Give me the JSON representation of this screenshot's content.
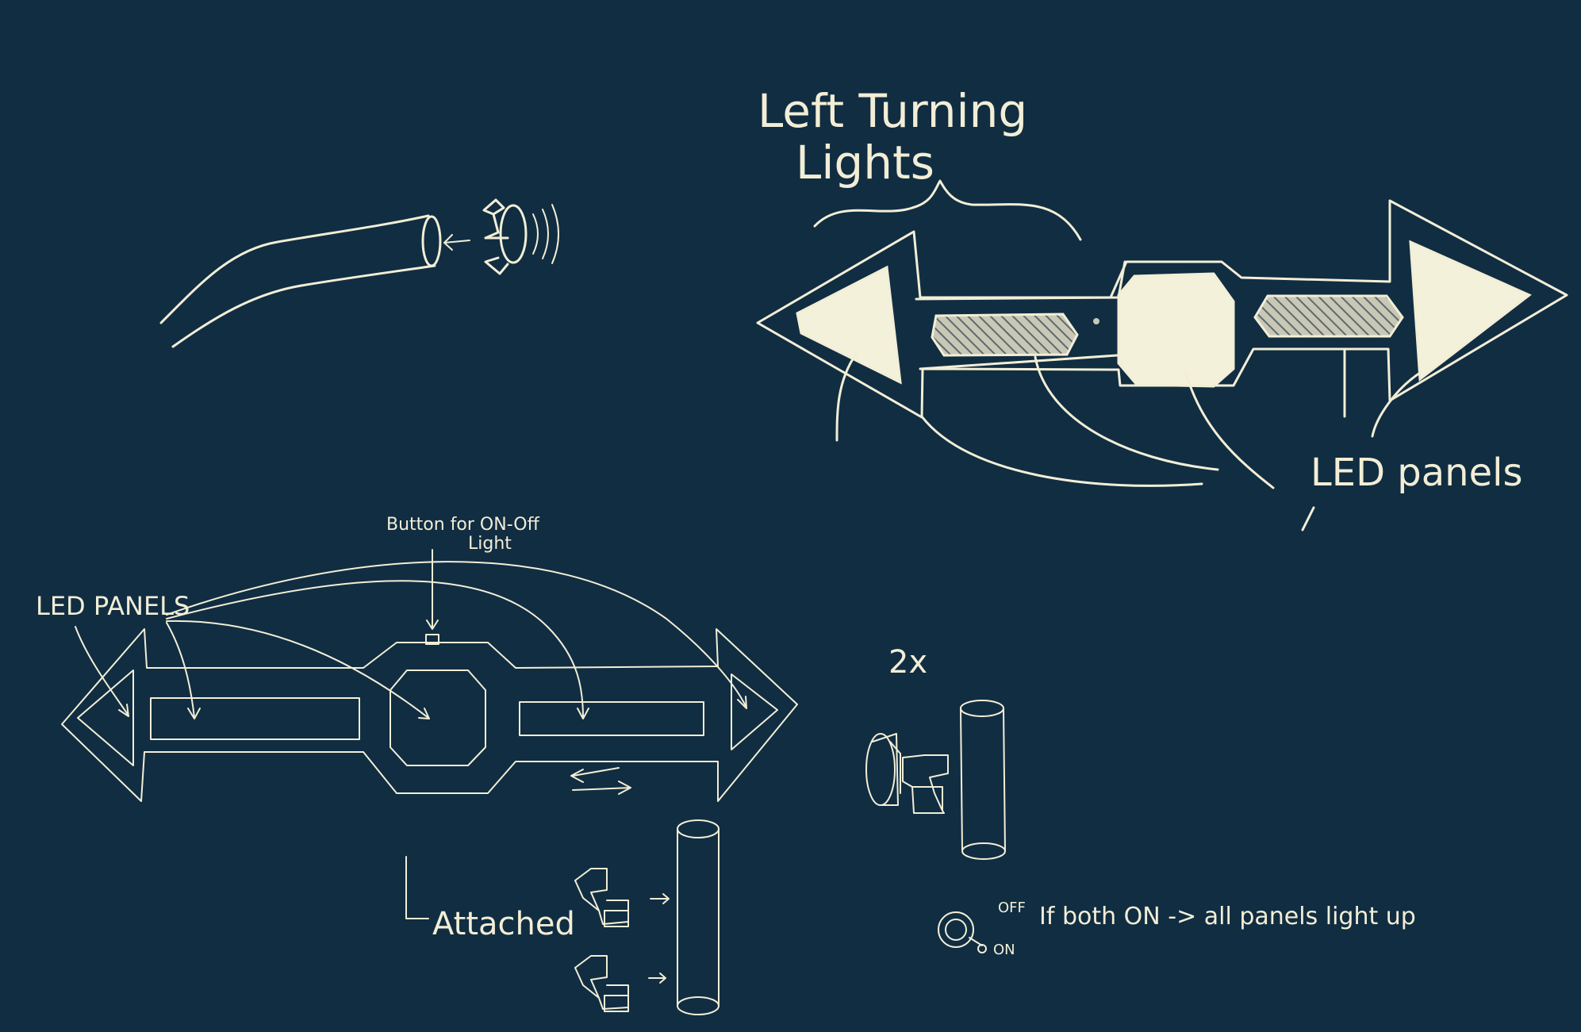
{
  "labels": {
    "left_turning_lights_line1": "Left Turning",
    "left_turning_lights_line2": "Lights",
    "led_panels_top": "LED panels",
    "led_panels_left": "LED PANELS",
    "button_line1": "Button for ON-Off",
    "button_line2": "Light",
    "attached": "Attached",
    "quantity": "2x",
    "switch_off": "OFF",
    "switch_on": "ON",
    "switch_note": "If both ON -> all panels light up"
  },
  "colors": {
    "background": "#112d42",
    "ink": "#f2eed6",
    "led_fill": "#f4f1da"
  }
}
